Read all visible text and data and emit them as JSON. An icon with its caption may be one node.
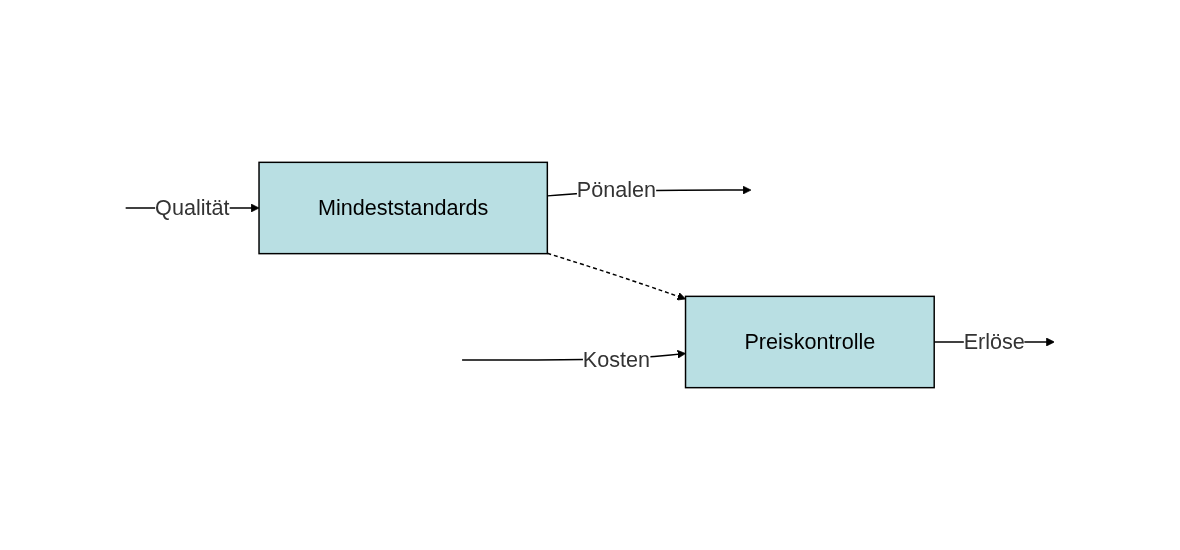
{
  "diagram": {
    "nodes": [
      {
        "text": [
          "Mindeststandards"
        ]
      },
      {
        "text": [
          "Preiskontrolle"
        ]
      }
    ],
    "edges": [
      {
        "from": null,
        "to": 0,
        "arrow": "to",
        "label": "Qualität"
      },
      {
        "from": 0,
        "to": null,
        "arrow": "to",
        "label": "Pönalen"
      },
      {
        "from": 0,
        "to": 1,
        "arrow": "to",
        "style": "dashed"
      },
      {
        "from": null,
        "to": 1,
        "arrow": "to",
        "label": "Kosten"
      },
      {
        "from": 1,
        "to": null,
        "arrow": "to",
        "label": "Erlöse"
      }
    ]
  }
}
